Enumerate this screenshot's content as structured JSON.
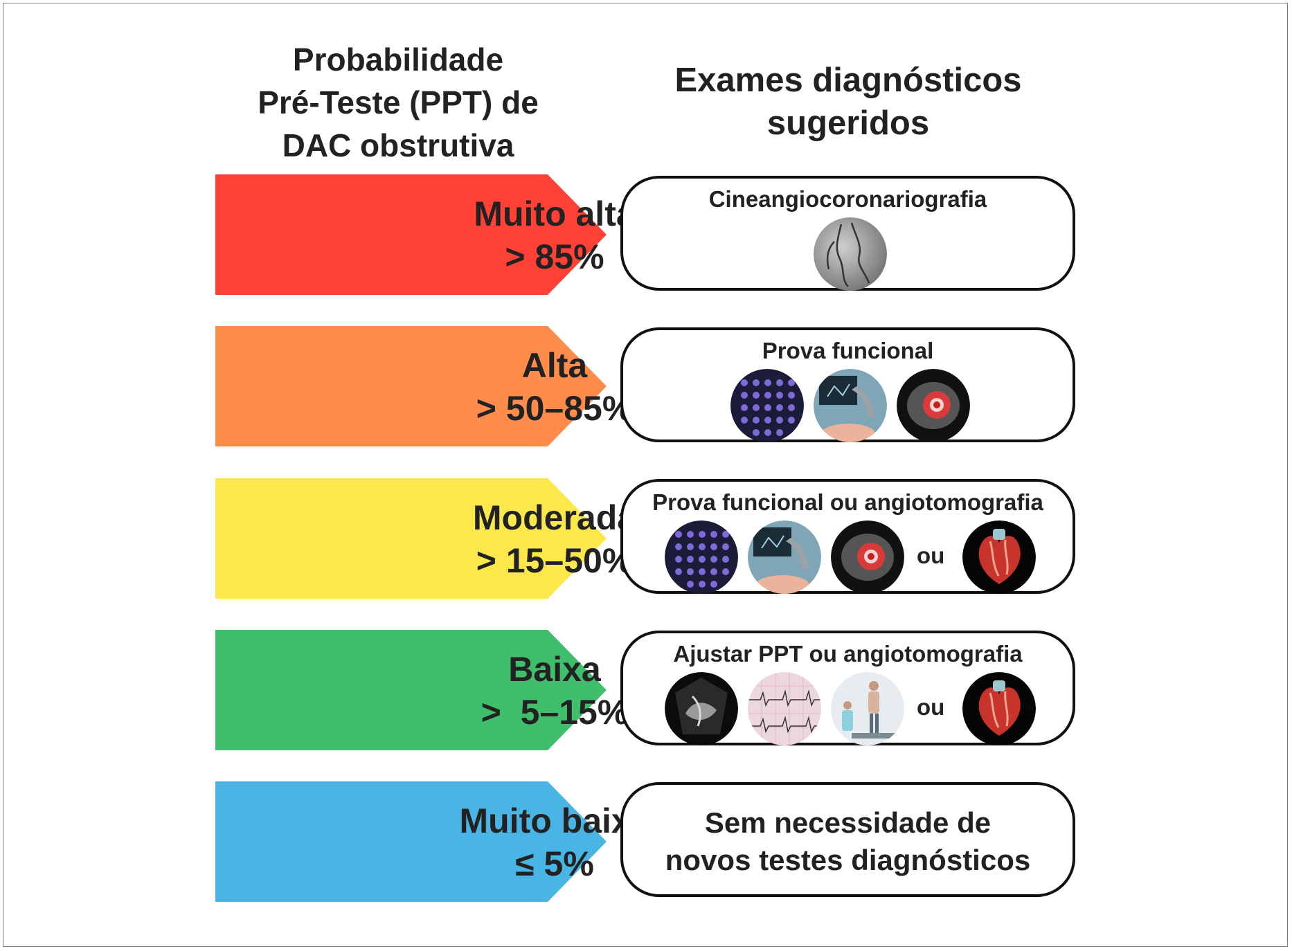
{
  "left_header": "Probabilidade\nPré-Teste (PPT) de\nDAC obstrutiva",
  "right_header": "Exames diagnósticos\nsugeridos",
  "colors": {
    "muito_alta": "#ff4136",
    "alta": "#ff8c4b",
    "moderada": "#fde84c",
    "baixa": "#3fbf6b",
    "muito_baixa": "#48b5e4"
  },
  "rows": [
    {
      "level": "Muito alta",
      "range": "> 85%",
      "exam_title": "Cineangiocoronariografia",
      "icons": [
        "coronary-angiography-icon"
      ]
    },
    {
      "level": "Alta",
      "range": "> 50–85%",
      "exam_title": "Prova funcional",
      "icons": [
        "myocardial-perfusion-scintigraphy-icon",
        "stress-echocardiography-icon",
        "cardiac-mri-icon"
      ]
    },
    {
      "level": "Moderada",
      "range": "> 15–50%",
      "exam_title": "Prova funcional ou angiotomografia",
      "icons": [
        "myocardial-perfusion-scintigraphy-icon",
        "stress-echocardiography-icon",
        "cardiac-mri-icon",
        "coronary-ct-heart-icon"
      ],
      "or_label": "ou"
    },
    {
      "level": "Baixa",
      "range": ">  5–15%",
      "exam_title": "Ajustar PPT ou angiotomografia",
      "icons": [
        "echocardiogram-icon",
        "ecg-trace-icon",
        "treadmill-test-icon",
        "coronary-ct-heart-icon"
      ],
      "or_label": "ou"
    },
    {
      "level": "Muito baixa",
      "range": "≤ 5%",
      "exam_text": "Sem necessidade de\nnovos testes diagnósticos"
    }
  ]
}
